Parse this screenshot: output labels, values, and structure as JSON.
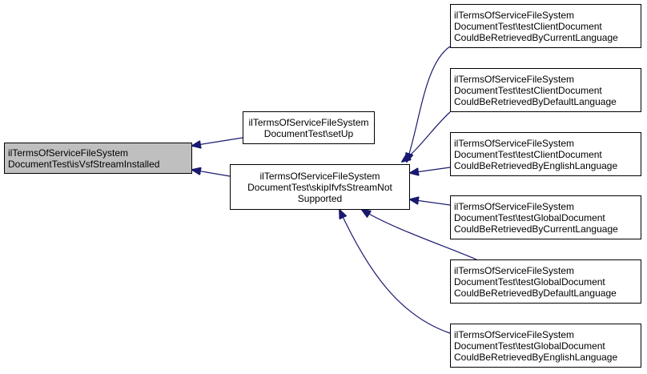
{
  "diagram": {
    "colors": {
      "edge": "#191970",
      "root_fill": "#bfbfbf",
      "node_fill": "#ffffff",
      "border": "#000000"
    },
    "nodes": {
      "root": {
        "lines": [
          "ilTermsOfServiceFileSystem",
          "DocumentTest\\isVsfStreamInstalled"
        ]
      },
      "setup": {
        "lines": [
          "ilTermsOfServiceFileSystem",
          "DocumentTest\\setUp"
        ]
      },
      "skip": {
        "lines": [
          "ilTermsOfServiceFileSystem",
          "DocumentTest\\skipIfvfsStreamNot",
          "Supported"
        ]
      },
      "leaves": [
        {
          "lines": [
            "ilTermsOfServiceFileSystem",
            "DocumentTest\\testClientDocument",
            "CouldBeRetrievedByCurrentLanguage"
          ]
        },
        {
          "lines": [
            "ilTermsOfServiceFileSystem",
            "DocumentTest\\testClientDocument",
            "CouldBeRetrievedByDefaultLanguage"
          ]
        },
        {
          "lines": [
            "ilTermsOfServiceFileSystem",
            "DocumentTest\\testClientDocument",
            "CouldBeRetrievedByEnglishLanguage"
          ]
        },
        {
          "lines": [
            "ilTermsOfServiceFileSystem",
            "DocumentTest\\testGlobalDocument",
            "CouldBeRetrievedByCurrentLanguage"
          ]
        },
        {
          "lines": [
            "ilTermsOfServiceFileSystem",
            "DocumentTest\\testGlobalDocument",
            "CouldBeRetrievedByDefaultLanguage"
          ]
        },
        {
          "lines": [
            "ilTermsOfServiceFileSystem",
            "DocumentTest\\testGlobalDocument",
            "CouldBeRetrievedByEnglishLanguage"
          ]
        }
      ]
    }
  }
}
